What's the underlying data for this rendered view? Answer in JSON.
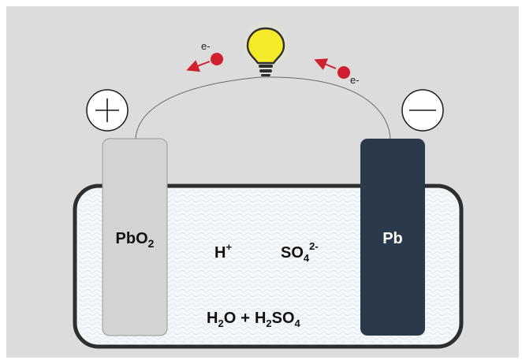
{
  "colors": {
    "panel": "#dcdcdd",
    "tank_outline": "#2e2e2e",
    "tank_fill": "#f4f7fa",
    "electrolyte_wave": "#dbe3ec",
    "positive_electrode": "#d3d3d3",
    "negative_electrode": "#2b3a4b",
    "wire": "#6a6a6a",
    "electron": "#d0202f",
    "bulb_glow": "#fff6a0",
    "bulb_glass": "#f5ea2a",
    "bulb_base": "#2f2f2f"
  },
  "icons": {
    "positive_terminal": "plus-in-circle",
    "negative_terminal": "minus-in-circle",
    "lamp": "light-bulb",
    "electron": "red-dot-with-arrow"
  },
  "electrodes": {
    "positive": {
      "formula": "PbO",
      "sub": "2"
    },
    "negative": {
      "formula": "Pb"
    }
  },
  "electrolyte": {
    "h_ion": {
      "base": "H",
      "charge": "+"
    },
    "sulfate_ion": {
      "base": "SO",
      "sub": "4",
      "charge": "2-"
    },
    "solution": {
      "water_base": "H",
      "water_sub": "2",
      "water_tail": "O",
      "plus": "+",
      "acid_base": "H",
      "acid_sub": "2",
      "acid_mid": "SO",
      "acid_sub2": "4"
    }
  },
  "electrons": {
    "left_label": "e-",
    "right_label": "e-"
  }
}
